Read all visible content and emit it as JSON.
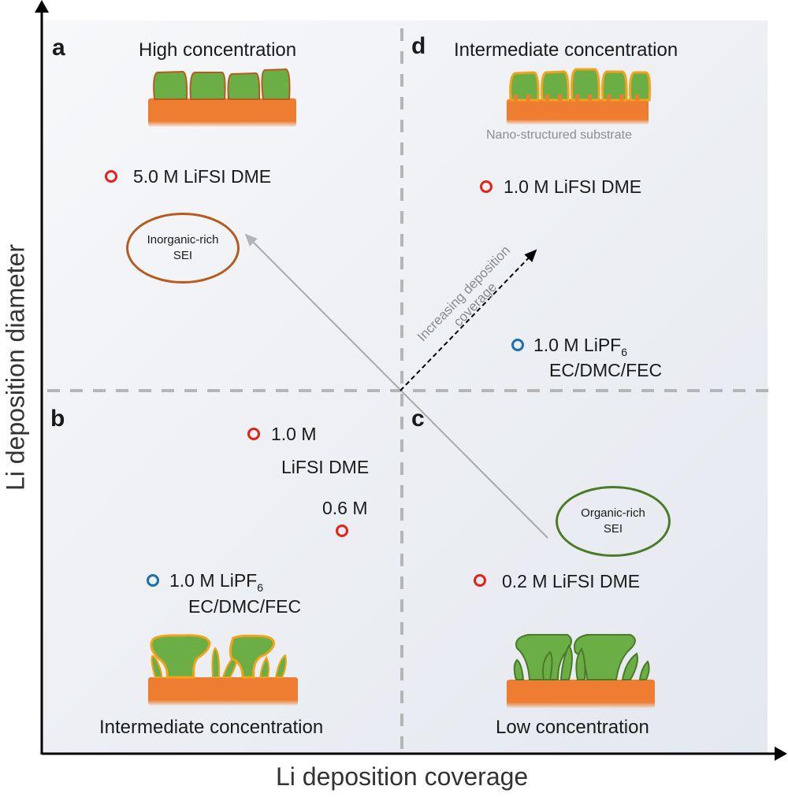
{
  "axes": {
    "x_label": "Li deposition coverage",
    "y_label": "Li deposition diameter"
  },
  "colors": {
    "red_marker": "#e2231a",
    "blue_marker": "#1a6fb5",
    "substrate": "#ef7d31",
    "lithium": "#6aae45",
    "sei_inorganic": "#b65a1e",
    "sei_organic": "#4b7a28",
    "sei_intermediate": "#f2a31b",
    "dashed": "#b5b5b5",
    "arrow_gray": "#a9a9a9"
  },
  "quadrants": {
    "a": {
      "letter": "a",
      "title": "High concentration"
    },
    "b": {
      "letter": "b",
      "title": "Intermediate concentration"
    },
    "c": {
      "letter": "c",
      "title": "Low concentration"
    },
    "d": {
      "letter": "d",
      "title": "Intermediate concentration",
      "caption": "Nano-structured substrate"
    }
  },
  "points": [
    {
      "id": "a-5.0",
      "quadrant": "a",
      "color": "red",
      "text": "5.0 M LiFSI DME"
    },
    {
      "id": "d-1.0-lifsi",
      "quadrant": "d",
      "color": "red",
      "text": "1.0 M LiFSI DME"
    },
    {
      "id": "d-1.0-lipf6",
      "quadrant": "d",
      "color": "blue",
      "line1": "1.0 M  LiPF",
      "sub": "6",
      "line2": "EC/DMC/FEC"
    },
    {
      "id": "b-1.0-lifsi",
      "quadrant": "b",
      "color": "red",
      "line1": "1.0 M",
      "line2": "LiFSI DME"
    },
    {
      "id": "b-0.6",
      "quadrant": "b",
      "color": "red",
      "text": "0.6 M"
    },
    {
      "id": "b-1.0-lipf6",
      "quadrant": "b",
      "color": "blue",
      "line1": "1.0 M  LiPF",
      "sub": "6",
      "line2": "EC/DMC/FEC"
    },
    {
      "id": "c-0.2",
      "quadrant": "c",
      "color": "red",
      "text": "0.2 M LiFSI DME"
    }
  ],
  "annotations": {
    "inorganic_sei": {
      "line1": "Inorganic-rich",
      "line2": "SEI"
    },
    "organic_sei": {
      "line1": "Organic-rich",
      "line2": "SEI"
    },
    "coverage_arrow": {
      "line1": "Increasing deposition",
      "line2": "coverage"
    }
  }
}
